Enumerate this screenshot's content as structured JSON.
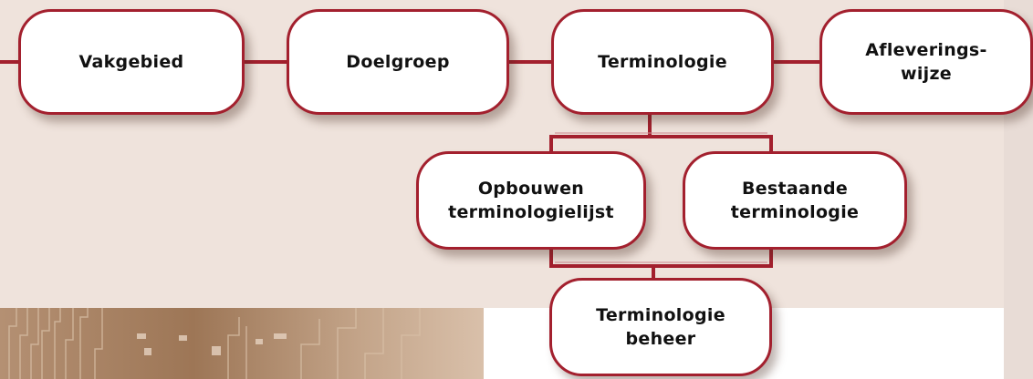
{
  "diagram": {
    "nodes": {
      "vakgebied": "Vakgebied",
      "doelgroep": "Doelgroep",
      "terminologie": "Terminologie",
      "afleveringswijze": "Afleverings-\nwijze",
      "opbouwen": "Opbouwen\nterminologielijst",
      "bestaande": "Bestaande\nterminologie",
      "beheer": "Terminologie\nbeheer"
    },
    "connector_color": "#a3202e",
    "edges": [
      [
        "vakgebied",
        "doelgroep"
      ],
      [
        "doelgroep",
        "terminologie"
      ],
      [
        "terminologie",
        "afleveringswijze"
      ],
      [
        "terminologie",
        "opbouwen"
      ],
      [
        "terminologie",
        "bestaande"
      ],
      [
        "opbouwen",
        "beheer"
      ],
      [
        "bestaande",
        "beheer"
      ]
    ]
  }
}
